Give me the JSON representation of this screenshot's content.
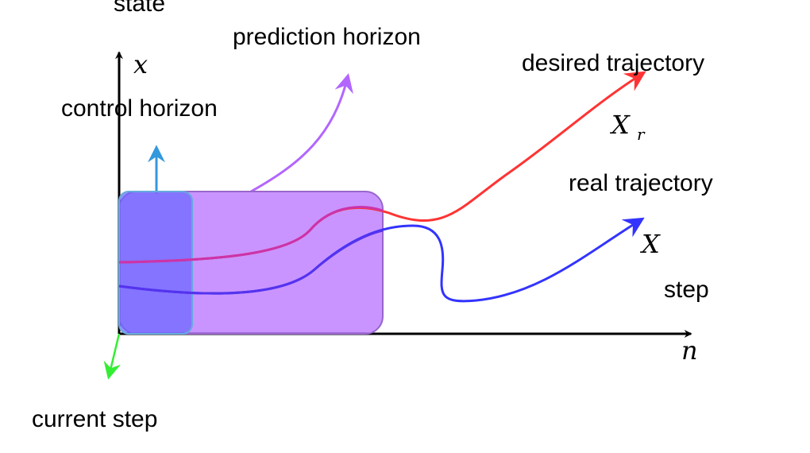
{
  "labels": {
    "state": "state",
    "prediction_horizon": "prediction horizon",
    "desired_trajectory": "desired trajectory",
    "control_horizon": "control horizon",
    "real_trajectory": "real trajectory",
    "step": "step",
    "current_step": "current step"
  },
  "math": {
    "y_axis": "x",
    "x_axis": "n",
    "desired_symbol": "X",
    "desired_subscript": "r",
    "real_symbol": "X"
  },
  "colors": {
    "axis": "#000000",
    "desired_trajectory": "#ff3333",
    "real_trajectory": "#3333ff",
    "prediction_arrow": "#b266ff",
    "control_arrow": "#3399dd",
    "current_step_arrow": "#33ee33",
    "prediction_box_fill": "#b266ff",
    "control_box_fill": "#6666ff",
    "control_box_stroke": "#66aadd"
  }
}
